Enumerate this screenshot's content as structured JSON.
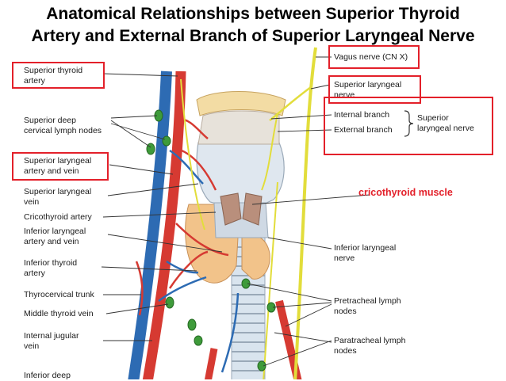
{
  "title": {
    "line1": "Anatomical Relationships between Superior Thyroid",
    "line2": "Artery  and External Branch of Superior Laryngeal Nerve"
  },
  "callout": {
    "text": "cricothyroid muscle",
    "color": "#e3202a"
  },
  "colors": {
    "highlight_box": "#e3202a",
    "artery": "#d63a32",
    "vein": "#2d6bb3",
    "nerve": "#e2dd3b",
    "thyroid": "#f2c38a",
    "cartilage": "#dfe7ef",
    "hyoid": "#f3dca4",
    "lymph_node": "#3e9b3a"
  },
  "left_labels": [
    {
      "id": "superior-thyroid-artery",
      "lines": [
        "Superior thyroid",
        "artery"
      ],
      "highlighted": true
    },
    {
      "id": "superior-deep-cervical-lymph-nodes",
      "lines": [
        "Superior deep",
        "cervical lymph nodes"
      ],
      "highlighted": false
    },
    {
      "id": "superior-laryngeal-artery-vein",
      "lines": [
        "Superior laryngeal",
        "artery and vein"
      ],
      "highlighted": true
    },
    {
      "id": "superior-laryngeal-vein",
      "lines": [
        "Superior laryngeal",
        "vein"
      ],
      "highlighted": false
    },
    {
      "id": "cricothyroid-artery",
      "lines": [
        "Cricothyroid artery"
      ],
      "highlighted": false
    },
    {
      "id": "inferior-laryngeal-artery-vein",
      "lines": [
        "Inferior laryngeal",
        "artery and vein"
      ],
      "highlighted": false
    },
    {
      "id": "inferior-thyroid-artery",
      "lines": [
        "Inferior thyroid",
        "artery"
      ],
      "highlighted": false
    },
    {
      "id": "thyrocervical-trunk",
      "lines": [
        "Thyrocervical trunk"
      ],
      "highlighted": false
    },
    {
      "id": "middle-thyroid-vein",
      "lines": [
        "Middle thyroid vein"
      ],
      "highlighted": false
    },
    {
      "id": "internal-jugular-vein",
      "lines": [
        "Internal jugular",
        "vein"
      ],
      "highlighted": false
    },
    {
      "id": "inferior-deep",
      "lines": [
        "Inferior deep"
      ],
      "highlighted": false
    }
  ],
  "right_labels": [
    {
      "id": "vagus-nerve",
      "lines": [
        "Vagus nerve (CN X)"
      ],
      "highlighted": true
    },
    {
      "id": "superior-laryngeal-nerve",
      "lines": [
        "Superior laryngeal",
        "nerve"
      ],
      "highlighted": true
    },
    {
      "id": "internal-branch",
      "lines": [
        "Internal branch"
      ],
      "highlighted": true
    },
    {
      "id": "external-branch",
      "lines": [
        "External branch"
      ],
      "highlighted": true
    },
    {
      "id": "superior-laryngeal-nerve-group",
      "lines": [
        "Superior",
        "laryngeal nerve"
      ],
      "highlighted": true
    },
    {
      "id": "inferior-laryngeal-nerve",
      "lines": [
        "Inferior laryngeal",
        "nerve"
      ],
      "highlighted": false
    },
    {
      "id": "pretracheal-lymph-nodes",
      "lines": [
        "Pretracheal lymph",
        "nodes"
      ],
      "highlighted": false
    },
    {
      "id": "paratracheal-lymph-nodes",
      "lines": [
        "Paratracheal lymph",
        "nodes"
      ],
      "highlighted": false
    }
  ]
}
